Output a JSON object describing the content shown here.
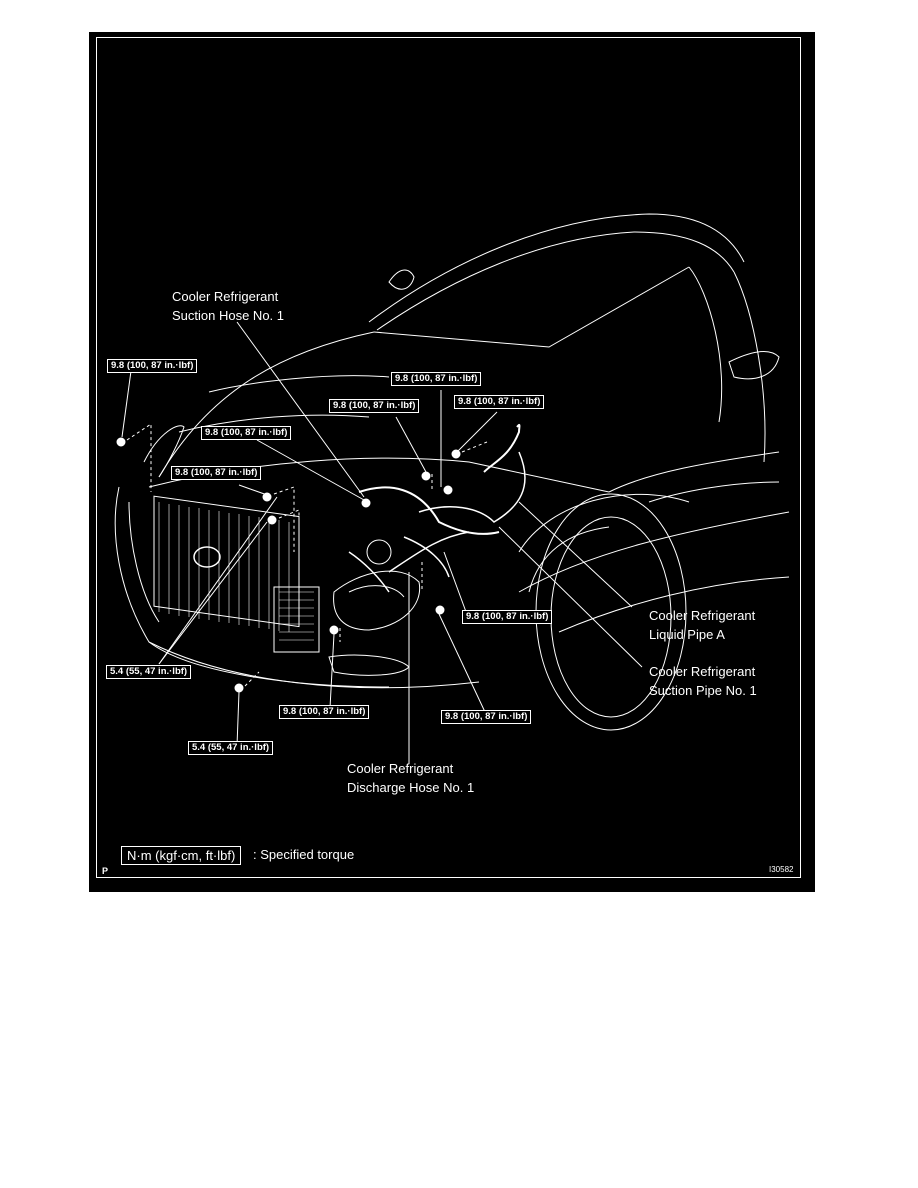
{
  "callouts": {
    "suction_hose": [
      "Cooler Refrigerant",
      "Suction Hose No. 1"
    ],
    "liquid_pipe": [
      "Cooler Refrigerant",
      "Liquid Pipe A"
    ],
    "suction_pipe": [
      "Cooler Refrigerant",
      "Suction Pipe No. 1"
    ],
    "discharge_hose": [
      "Cooler Refrigerant",
      "Discharge Hose No. 1"
    ]
  },
  "torques": {
    "t1": "9.8 (100, 87 in.·lbf)",
    "t2": "9.8 (100, 87 in.·lbf)",
    "t3": "9.8 (100, 87 in.·lbf)",
    "t4": "9.8 (100, 87 in.·lbf)",
    "t5": "9.8 (100, 87 in.·lbf)",
    "t6": "9.8 (100, 87 in.·lbf)",
    "t7": "9.8 (100, 87 in.·lbf)",
    "t8": "9.8 (100, 87 in.·lbf)",
    "t9": "9.8 (100, 87 in.·lbf)",
    "t10": "5.4 (55, 47 in.·lbf)",
    "t11": "5.4 (55, 47 in.·lbf)"
  },
  "legend": {
    "unit": "N·m (kgf·cm, ft·lbf)",
    "text": ": Specified torque"
  },
  "corner_letter": "P",
  "figure_id": "I30582"
}
